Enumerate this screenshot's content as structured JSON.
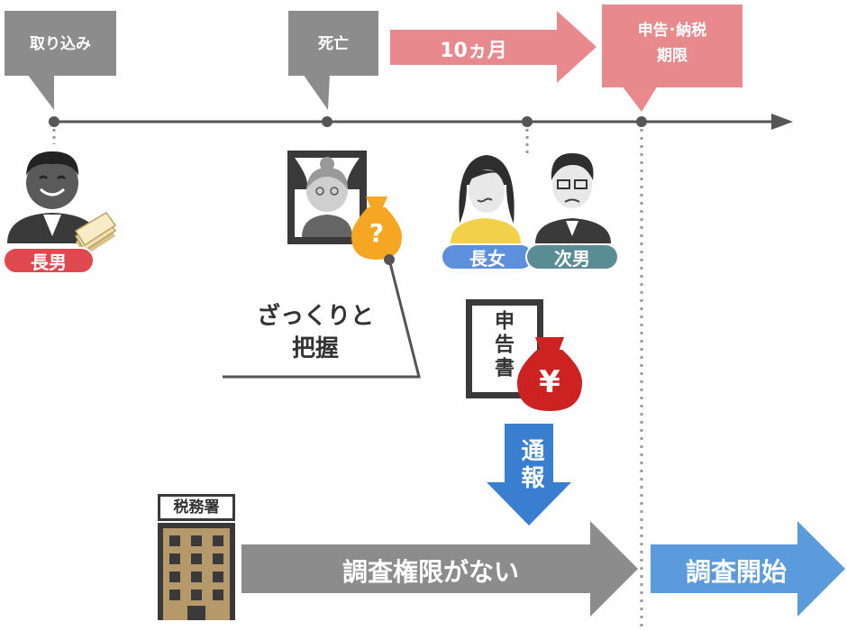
{
  "callouts": {
    "torikomi": "取り込み",
    "shibou": "死亡",
    "period": "10ヵ月",
    "deadline_line1": "申告･納税",
    "deadline_line2": "期限"
  },
  "people": {
    "eldest_son": "長男",
    "eldest_daughter": "長女",
    "second_son": "次男"
  },
  "note": {
    "line1": "ざっくりと",
    "line2": "把握"
  },
  "document": {
    "label": "申告書"
  },
  "money_bag": {
    "question_mark": "?",
    "yen": "¥"
  },
  "report_arrow": {
    "label": "通報"
  },
  "tax_office": {
    "label": "税務署"
  },
  "bottom_arrows": {
    "no_authority": "調査権限がない",
    "start": "調査開始"
  },
  "colors": {
    "gray": "#8c8c8c",
    "pink": "#e8898e",
    "blue_arrow": "#3a7fcf",
    "light_blue_arrow": "#5b9bdb",
    "pill_red": "#e0484f",
    "pill_blue": "#5c8fdc",
    "pill_teal": "#5a8c95",
    "gold": "#f5a623",
    "dark_red": "#cc2222"
  }
}
